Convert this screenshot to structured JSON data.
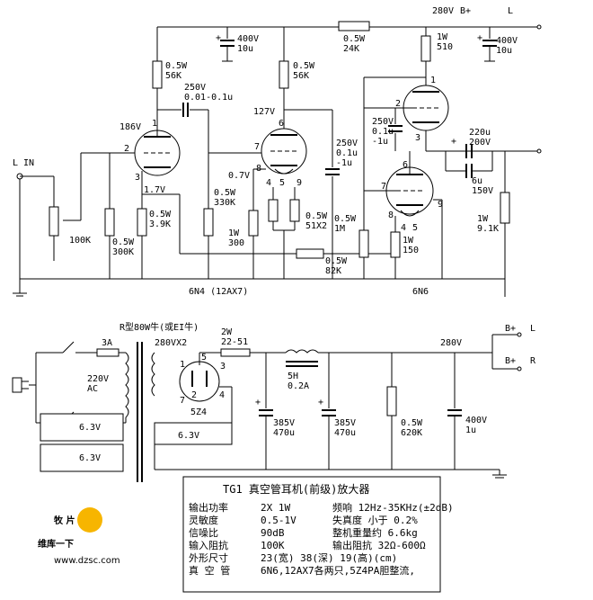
{
  "supply": {
    "top_rail": "280V",
    "bplus": "B+",
    "left": "L",
    "right": "R",
    "psu_rail": "280V"
  },
  "amp": {
    "input": "L IN",
    "pot": "100K",
    "r_g1": "0.5W\n300K",
    "r_k1": "0.5W\n3.9K",
    "r_a1": "0.5W\n56K",
    "v_a1": "186V",
    "v_k1": "1.7V",
    "c_couple": "250V\n0.01-0.1u",
    "c_filter": "400V\n10u",
    "r_drop": "0.5W\n24K",
    "r_a2": "0.5W\n56K",
    "v_a2": "127V",
    "v_k2": "0.7V",
    "r_g2": "0.5W\n330K",
    "r_k2": "1W\n300",
    "r_heater": "0.5W\n51X2",
    "c_bypass": "250V\n0.1u\n-1u",
    "r_fb": "0.5W\n82K",
    "tube1": "6N4 (12AX7)",
    "r_top": "1W\n510",
    "c_filter2": "400V\n10u",
    "c_gate": "250V\n0.1u\n-1u",
    "c_out1": "220u\n200V",
    "c_out2": "6u\n150V",
    "r_out": "1W\n9.1K",
    "r_g3": "0.5W\n1M",
    "r_k3": "1W\n150",
    "tube2": "6N6",
    "pins": {
      "p1": "1",
      "p2": "2",
      "p3": "3",
      "p6": "6",
      "p7": "7",
      "p8": "8",
      "p4": "4",
      "p5": "5",
      "p9": "9",
      "q1": "1",
      "q2": "2",
      "q3": "3",
      "q6": "6",
      "q7": "7",
      "q8": "8",
      "q4": "4",
      "q5": "5",
      "q9": "9"
    }
  },
  "psu": {
    "transformer": "R型80W牛(或EI牛)",
    "fuse": "3A",
    "mains": "220V\nAC",
    "secondary": "280VX2",
    "heater1": "6.3V",
    "heater2": "6.3V",
    "heater3": "6.3V",
    "rect_r": "2W\n22-51",
    "rect_tube": "5Z4",
    "choke": "5H\n0.2A",
    "c1": "385V\n470u",
    "c2": "385V\n470u",
    "r_bleed": "0.5W\n620K",
    "c3": "400V\n1u",
    "rect_pins": {
      "p1": "1",
      "p3": "3",
      "p5": "5",
      "p7": "7",
      "p4": "4",
      "p2": "2"
    }
  },
  "spec": {
    "title": "TG1  真空管耳机(前级)放大器",
    "rows": [
      [
        "输出功率",
        "2X  1W",
        "频响 12Hz-35KHz(±2dB)"
      ],
      [
        "灵敏度",
        "0.5-1V",
        "失真度   小于 0.2%"
      ],
      [
        "信噪比",
        "90dB",
        "整机重量约  6.6kg"
      ],
      [
        "输入阻抗",
        "100K",
        "输出阻抗    32Ω-600Ω"
      ],
      [
        "外形尺寸",
        "23(宽) 38(深) 19(高)(cm)",
        ""
      ],
      [
        "真 空 管",
        "6N6,12AX7各两只,5Z4PA胆整流,",
        ""
      ]
    ]
  },
  "watermark": {
    "logo": "维库一下",
    "url": "www.dzsc.com",
    "brand": "牧  片"
  }
}
